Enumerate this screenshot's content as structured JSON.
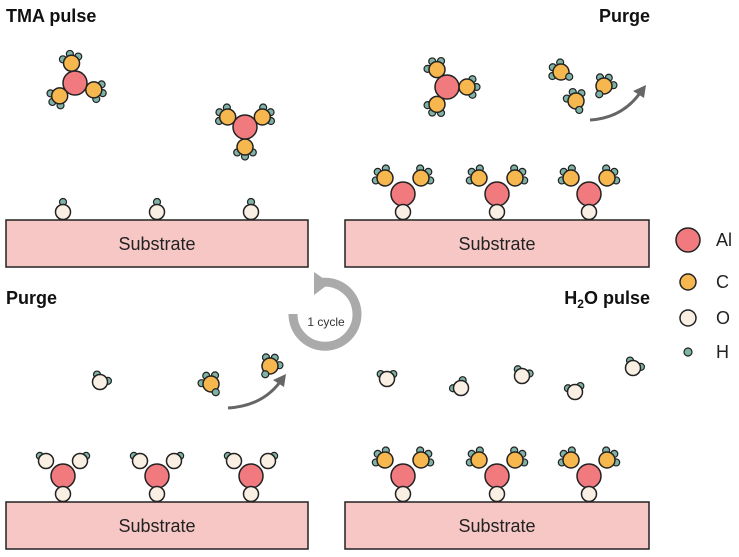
{
  "panels": {
    "tma_pulse": {
      "title": "TMA pulse",
      "substrate": "Substrate"
    },
    "purge_top": {
      "title": "Purge",
      "substrate": "Substrate"
    },
    "purge_bottom": {
      "title": "Purge",
      "substrate": "Substrate"
    },
    "h2o_pulse": {
      "title_main": "H",
      "title_sub": "2",
      "title_rest": "O pulse",
      "substrate": "Substrate"
    }
  },
  "cycle": {
    "label": "1 cycle"
  },
  "legend": {
    "items": [
      {
        "label": "Al",
        "color": "#f07a7e"
      },
      {
        "label": "C",
        "color": "#f7b74f"
      },
      {
        "label": "O",
        "color": "#f9efe2"
      },
      {
        "label": "H",
        "color": "#7fb3a8"
      }
    ]
  },
  "colors": {
    "substrate_fill": "#f6c7c5",
    "outline": "#222222",
    "arrow": "#666666",
    "cycle_arrow": "#aaaaaa"
  }
}
